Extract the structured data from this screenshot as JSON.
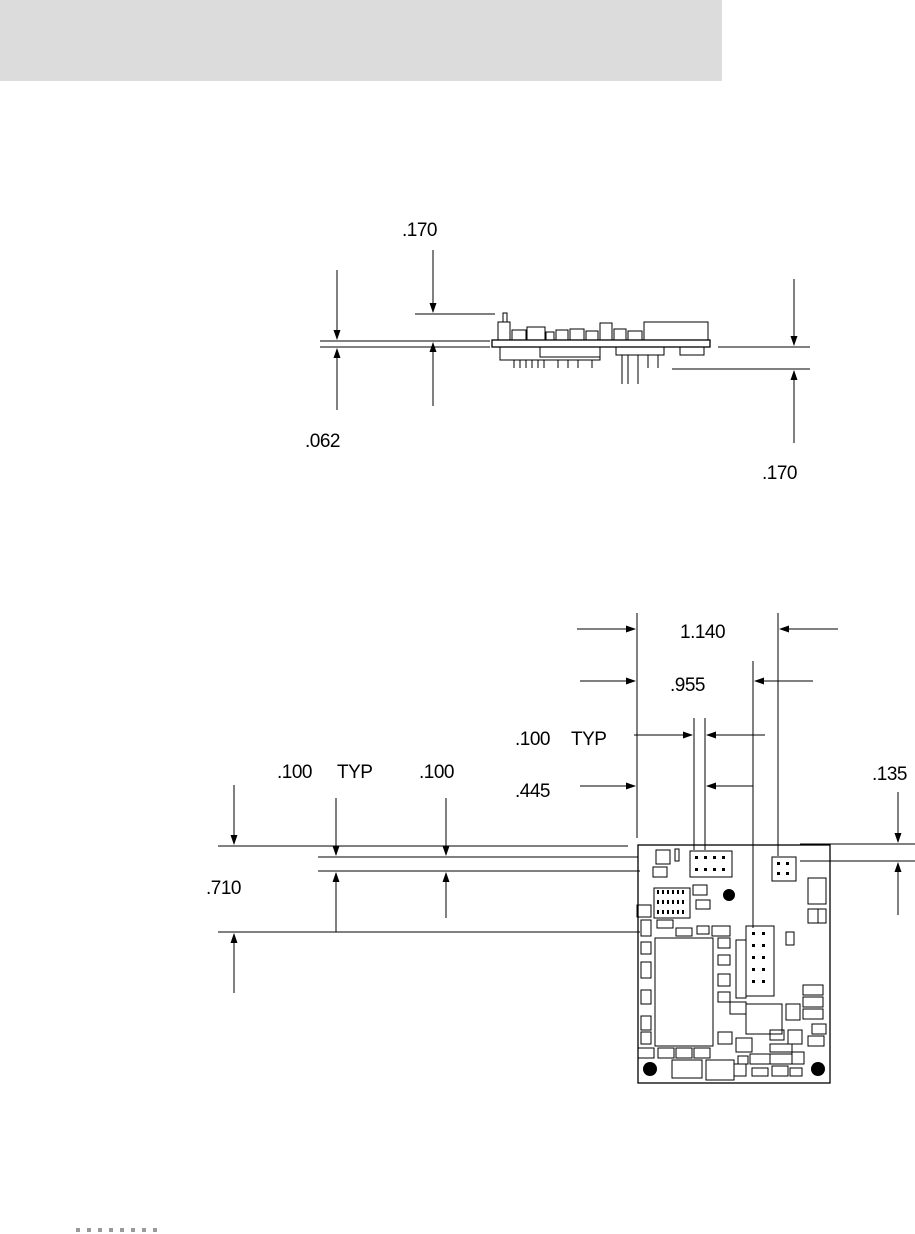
{
  "side_view": {
    "dim_top": ".170",
    "dim_left": ".062",
    "dim_right": ".170"
  },
  "top_view": {
    "dim_overall": "1.140",
    "dim_955": ".955",
    "dim_pitch_top": ".100",
    "dim_pitch_top_typ": "TYP",
    "dim_445": ".445",
    "dim_135": ".135",
    "dim_pitch_left": ".100",
    "dim_pitch_left_typ": "TYP",
    "dim_100_mid": ".100",
    "dim_710": ".710"
  },
  "colors": {
    "header_band": "#dcdcdc",
    "line": "#000000",
    "footer_dots": "#9a9a9a"
  }
}
